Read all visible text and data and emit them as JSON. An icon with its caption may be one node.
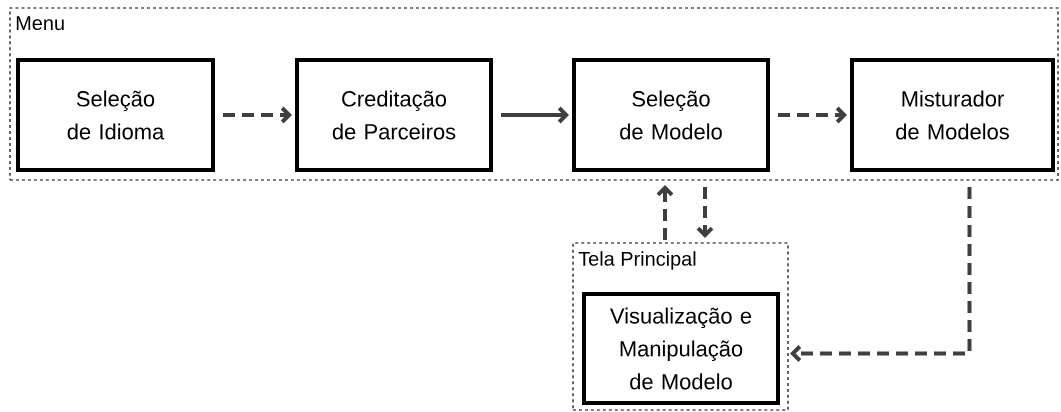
{
  "diagram": {
    "nodes": [
      {
        "text": [
          "Menu"
        ]
      },
      {
        "text": [
          "Seleção de Idioma"
        ],
        "in": 0
      },
      {
        "text": [
          "Creditação de Parceiros"
        ],
        "in": 0
      },
      {
        "text": [
          "Seleção de Modelo"
        ],
        "in": 0
      },
      {
        "text": [
          "Misturador de Modelos"
        ],
        "in": 0
      },
      {
        "text": [
          "Tela Principal"
        ]
      },
      {
        "text": [
          "Visualização e Manipulação de Modelo"
        ],
        "in": 5
      }
    ],
    "edges": [
      {
        "from": 1,
        "to": 2,
        "arrow": "to",
        "style": "dashed"
      },
      {
        "from": 2,
        "to": 3,
        "arrow": "to"
      },
      {
        "from": 3,
        "to": 4,
        "arrow": "to",
        "style": "dashed"
      },
      {
        "from": 5,
        "to": 3,
        "arrow": "to",
        "style": "dashed"
      },
      {
        "from": 3,
        "to": 5,
        "arrow": "to",
        "style": "dashed"
      },
      {
        "from": 4,
        "to": 6,
        "arrow": "to",
        "style": "dashed"
      }
    ]
  }
}
